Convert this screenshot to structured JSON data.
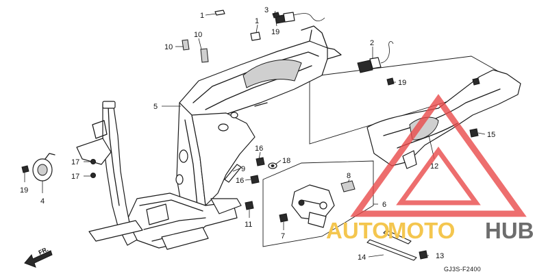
{
  "diagram": {
    "code": "GJ3S-F2400",
    "direction_label": "FR.",
    "callouts": [
      "1",
      "1",
      "3",
      "2",
      "10",
      "10",
      "19",
      "19",
      "5",
      "16",
      "18",
      "17",
      "17",
      "9",
      "8",
      "16",
      "19",
      "4",
      "12",
      "15",
      "6",
      "11",
      "7",
      "13",
      "14"
    ]
  },
  "watermark": {
    "part1": "AUTO",
    "part2": "MOTO",
    "part3": "HUB",
    "colors": {
      "auto_moto": "#f4c64f",
      "hub": "#6d6d6d",
      "triangle": "#e94a4a"
    }
  }
}
